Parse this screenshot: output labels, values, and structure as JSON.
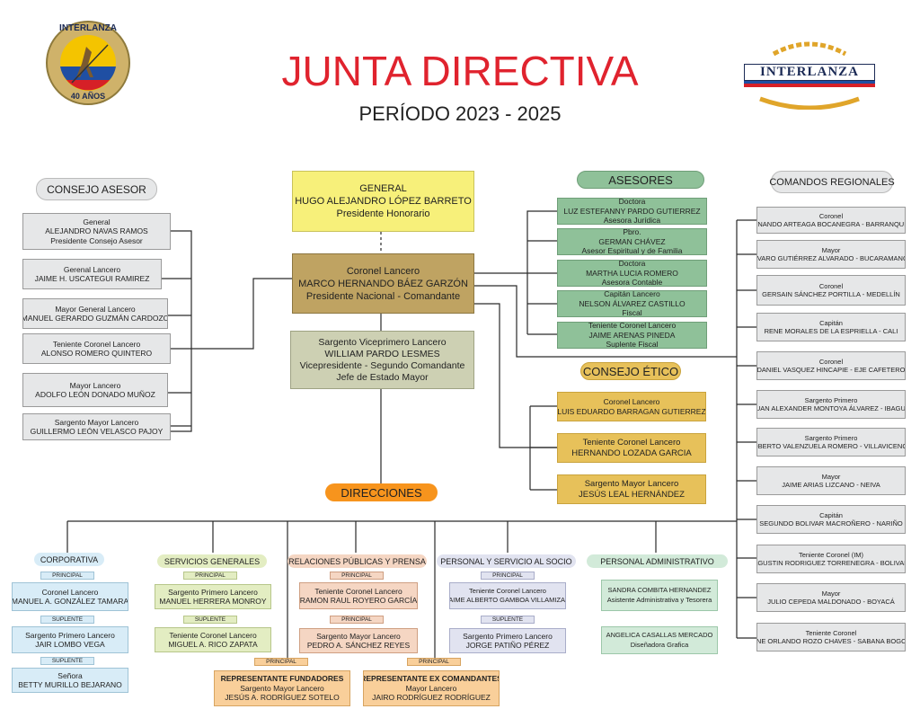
{
  "header": {
    "title": "JUNTA DIRECTIVA",
    "subtitle": "PERÍODO 2023 - 2025",
    "logo_left_text_top": "INTERLANZA",
    "logo_left_text_bottom": "40 AÑOS",
    "logo_right_text": "INTERLANZA"
  },
  "colors": {
    "title_red": "#e0232e",
    "gray_box": "#e6e7e8",
    "honorary_yellow": "#f7f07a",
    "president_gold": "#bfa362",
    "vice_sage": "#cdd0b3",
    "advisors_green": "#8fc199",
    "ethics_gold": "#e7c15a",
    "directions_orange": "#f7941d"
  },
  "top": {
    "honorary": {
      "l1": "GENERAL",
      "l2": "HUGO ALEJANDRO LÓPEZ BARRETO",
      "l3": "Presidente Honorario"
    },
    "president": {
      "l1": "Coronel Lancero",
      "l2": "MARCO HERNANDO BÁEZ GARZÓN",
      "l3": "Presidente Nacional - Comandante"
    },
    "vice": {
      "l1": "Sargento Viceprimero Lancero",
      "l2": "WILLIAM PARDO LESMES",
      "l3": "Vicepresidente - Segundo Comandante",
      "l4": "Jefe de Estado Mayor"
    }
  },
  "consejo_asesor": {
    "label": "CONSEJO ASESOR",
    "members": [
      {
        "l1": "General",
        "l2": "ALEJANDRO NAVAS RAMOS",
        "l3": "Presidente Consejo Asesor"
      },
      {
        "l1": "Gerenal Lancero",
        "l2": "JAIME H. USCATEGUI RAMIREZ"
      },
      {
        "l1": "Mayor General Lancero",
        "l2": "MANUEL GERARDO GUZMÁN CARDOZO"
      },
      {
        "l1": "Teniente Coronel Lancero",
        "l2": "ALONSO ROMERO QUINTERO"
      },
      {
        "l1": "Mayor Lancero",
        "l2": "ADOLFO LEÓN DONADO MUÑOZ"
      },
      {
        "l1": "Sargento Mayor Lancero",
        "l2": "GUILLERMO LEÓN VELASCO PAJOY"
      }
    ]
  },
  "asesores": {
    "label": "ASESORES",
    "members": [
      {
        "l1": "Doctora",
        "l2": "LUZ ESTEFANNY PARDO GUTIERREZ",
        "l3": "Asesora Jurídica"
      },
      {
        "l1": "Pbro.",
        "l2": "GERMAN CHÁVEZ",
        "l3": "Asesor Espiritual y de Familia"
      },
      {
        "l1": "Doctora",
        "l2": "MARTHA LUCIA ROMERO",
        "l3": "Asesora Contable"
      },
      {
        "l1": "Capitán Lancero",
        "l2": "NELSON ÁLVAREZ CASTILLO",
        "l3": "Fiscal"
      },
      {
        "l1": "Teniente Coronel Lancero",
        "l2": "JAIME ARENAS PINEDA",
        "l3": "Suplente Fiscal"
      }
    ]
  },
  "consejo_etico": {
    "label": "CONSEJO ÉTICO",
    "members": [
      {
        "l1": "Coronel Lancero",
        "l2": "LUIS EDUARDO BARRAGAN GUTIERREZ"
      },
      {
        "l1": "Teniente Coronel Lancero",
        "l2": "HERNANDO LOZADA GARCIA"
      },
      {
        "l1": "Sargento Mayor Lancero",
        "l2": "JESÚS LEAL HERNÁNDEZ"
      }
    ]
  },
  "comandos": {
    "label": "COMANDOS REGIONALES",
    "members": [
      {
        "l1": "Coronel",
        "l2": "FERNANDO ARTEAGA BOCANEGRA - BARRANQUILLA"
      },
      {
        "l1": "Mayor",
        "l2": "ÁLVARO GUTIÉRREZ ALVARADO - BUCARAMANGA"
      },
      {
        "l1": "Coronel",
        "l2": "GERSAIN SÁNCHEZ PORTILLA - MEDELLÍN"
      },
      {
        "l1": "Capitán",
        "l2": "RENE MORALES DE LA ESPRIELLA - CALI"
      },
      {
        "l1": "Coronel",
        "l2": "DANIEL VASQUEZ HINCAPIE - EJE CAFETERO"
      },
      {
        "l1": "Sargento Primero",
        "l2": "JUAN ALEXANDER MONTOYA ÁLVAREZ - IBAGUE"
      },
      {
        "l1": "Sargento Primero",
        "l2": "ROBERTO VALENZUELA ROMERO - VILLAVICENCIO"
      },
      {
        "l1": "Mayor",
        "l2": "JAIME ARIAS LIZCANO - NEIVA"
      },
      {
        "l1": "Capitán",
        "l2": "SEGUNDO BOLIVAR MACROÑERO - NARIÑO"
      },
      {
        "l1": "Teniente Coronel (IM)",
        "l2": "AGUSTIN RODRIGUEZ TORRENEGRA - BOLIVAR"
      },
      {
        "l1": "Mayor",
        "l2": "JULIO CEPEDA MALDONADO - BOYACÁ"
      },
      {
        "l1": "Teniente Coronel",
        "l2": "RENE ORLANDO ROZO CHAVES - SABANA BOGOTÁ"
      }
    ]
  },
  "direcciones": {
    "label": "DIRECCIONES",
    "principal": "PRINCIPAL",
    "suplente": "SUPLENTE",
    "corporativa": {
      "label": "CORPORATIVA",
      "p": {
        "l1": "Coronel Lancero",
        "l2": "MANUEL A. GONZÁLEZ TAMARA"
      },
      "s1": {
        "l1": "Sargento Primero Lancero",
        "l2": "JAIR LOMBO VEGA"
      },
      "s2": {
        "l1": "Señora",
        "l2": "BETTY MURILLO BEJARANO"
      }
    },
    "servicios": {
      "label": "SERVICIOS GENERALES",
      "p": {
        "l1": "Sargento Primero Lancero",
        "l2": "MANUEL HERRERA MONROY"
      },
      "s1": {
        "l1": "Teniente Coronel Lancero",
        "l2": "MIGUEL A. RICO ZAPATA"
      }
    },
    "relaciones": {
      "label": "RELACIONES PÚBLICAS  Y PRENSA",
      "p": {
        "l1": "Teniente Coronel Lancero",
        "l2": "RAMON RAUL ROYERO GARCÍA"
      },
      "s1": {
        "l1": "Sargento Mayor Lancero",
        "l2": "PEDRO A. SÁNCHEZ REYES"
      }
    },
    "personal_socio": {
      "label": "PERSONAL Y SERVICIO AL SOCIO",
      "p": {
        "l1": "Teniente Coronel Lancero",
        "l2": "JAIME ALBERTO GAMBOA VILLAMIZAR"
      },
      "s1": {
        "l1": "Sargento Primero Lancero",
        "l2": "JORGE PATIÑO PÉREZ"
      }
    },
    "administrativo": {
      "label": "PERSONAL ADMINISTRATIVO",
      "p": {
        "l1": "SANDRA COMBITA HERNANDEZ",
        "l2": "Asistente Administrativa y Tesorera"
      },
      "s1": {
        "l1": "ANGELICA CASALLAS MERCADO",
        "l2": "Diseñadora Grafica"
      }
    },
    "fundadores": {
      "l1": "REPRESENTANTE FUNDADORES",
      "l2": "Sargento Mayor Lancero",
      "l3": "JESÚS A. RODRÍGUEZ SOTELO"
    },
    "ex_comandantes": {
      "l1": "REPRESENTANTE EX COMANDANTES",
      "l2": "Mayor Lancero",
      "l3": "JAIRO RODRÍGUEZ RODRÍGUEZ"
    }
  }
}
